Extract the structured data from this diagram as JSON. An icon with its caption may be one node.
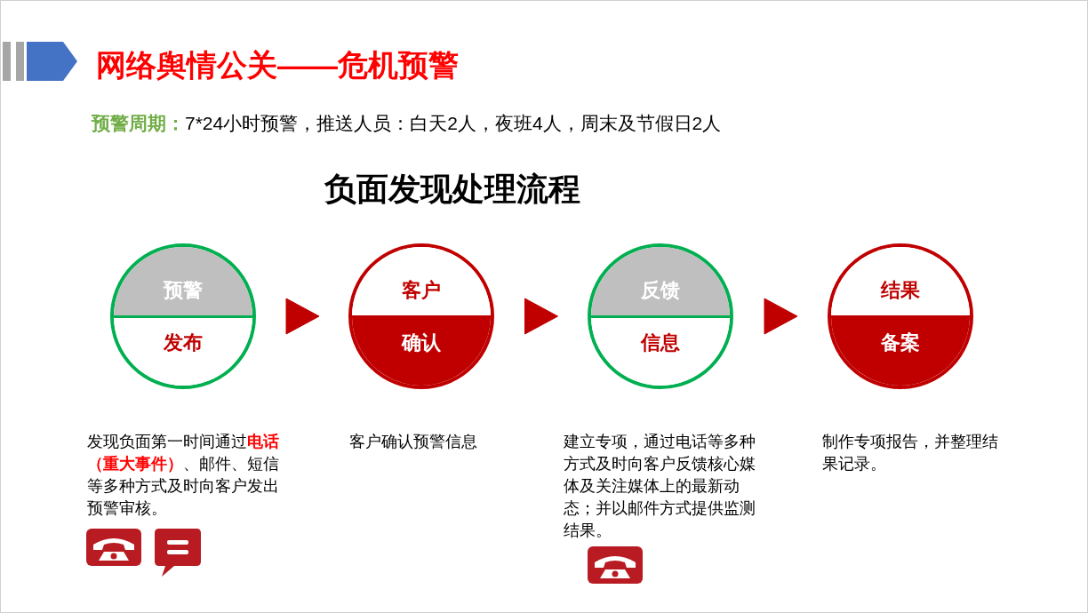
{
  "diagram": {
    "title": "网络舆情公关——危机预警",
    "nodes": [
      {
        "text": [
          "预警",
          "发布"
        ],
        "beside": [
          "发现负面第一时间通过**电话（重大事件）**、邮件、短信等多种方式及时向客户发出预警审核。"
        ]
      },
      {
        "text": [
          "客户",
          "确认"
        ],
        "beside": [
          "客户确认预警信息"
        ]
      },
      {
        "text": [
          "反馈",
          "信息"
        ],
        "beside": [
          "建立专项，通过电话等多种方式及时向客户反馈核心媒体及关注媒体上的最新动态；并以邮件方式提供监测结果。"
        ]
      },
      {
        "text": [
          "结果",
          "备案"
        ],
        "beside": [
          "制作专项报告，并整理结果记录。"
        ]
      }
    ],
    "edges": [
      {
        "from": 0,
        "to": 1,
        "arrow": "to"
      },
      {
        "from": 1,
        "to": 2,
        "arrow": "to"
      },
      {
        "from": 2,
        "to": 3,
        "arrow": "to"
      }
    ],
    "labels": [
      "**预警周期：**7*24小时预警，推送人员：白天2人，夜班4人，周末及节假日2人",
      "负面发现处理流程"
    ]
  }
}
